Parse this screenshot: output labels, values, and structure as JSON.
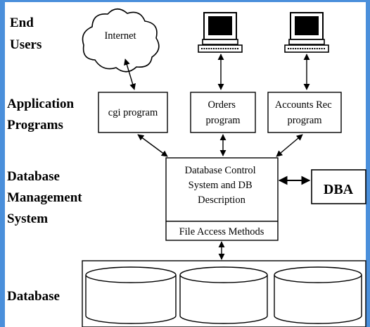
{
  "colors": {
    "frame": "#4a8fdb",
    "background": "#ffffff",
    "ink": "#000000"
  },
  "tiers": {
    "end_users": [
      "End",
      "Users"
    ],
    "application_programs": [
      "Application",
      "Programs"
    ],
    "dbms": [
      "Database",
      "Management",
      "System"
    ],
    "database": [
      "Database"
    ]
  },
  "nodes": {
    "internet": "Internet",
    "cgi_program": "cgi program",
    "orders_program": [
      "Orders",
      "program"
    ],
    "accounts_program": [
      "Accounts Rec",
      "program"
    ],
    "db_control": [
      "Database Control",
      "System and DB",
      "Description"
    ],
    "file_access": "File Access Methods",
    "dba": "DBA"
  },
  "icons": [
    "cloud-icon",
    "computer-terminal-icon",
    "database-cylinder-icon"
  ]
}
